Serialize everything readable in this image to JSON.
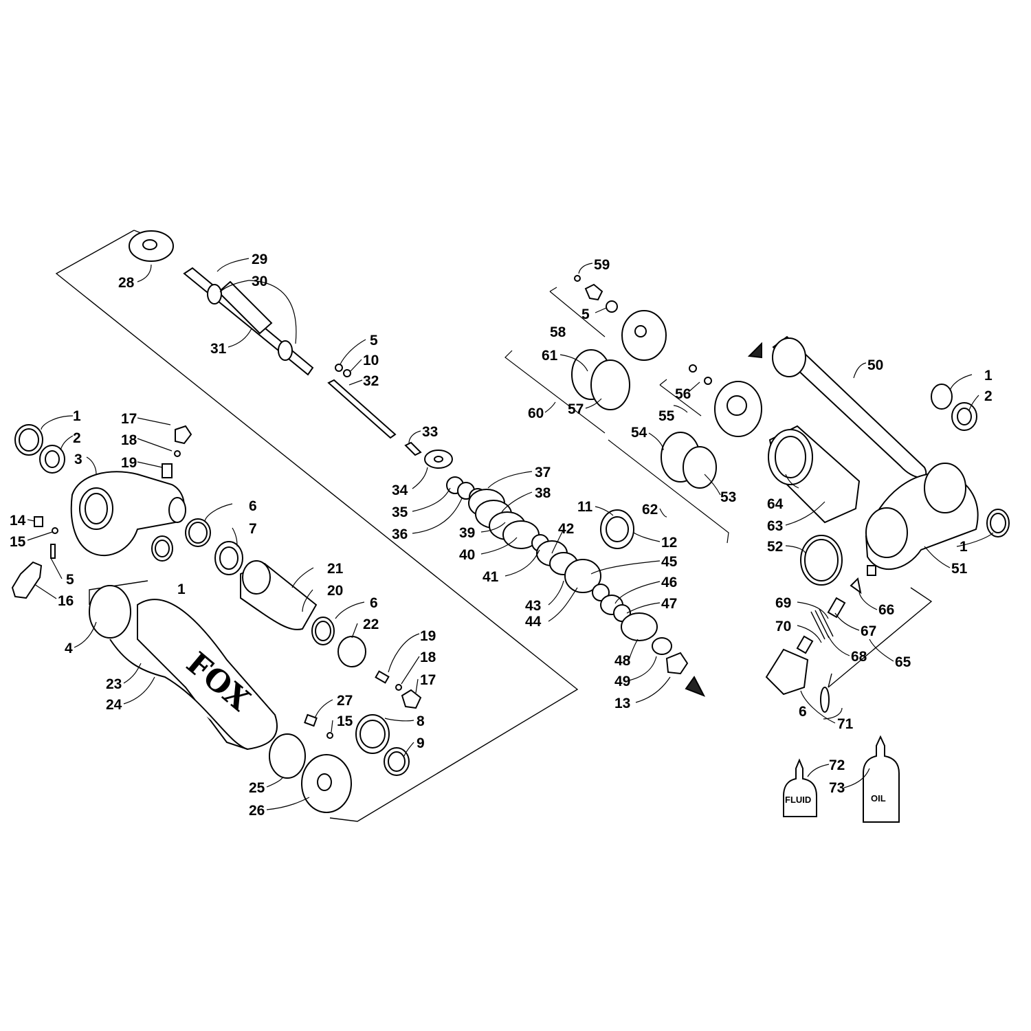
{
  "callouts": [
    "1",
    "2",
    "3",
    "4",
    "5",
    "6",
    "7",
    "8",
    "9",
    "10",
    "11",
    "12",
    "13",
    "14",
    "15",
    "16",
    "17",
    "18",
    "19",
    "20",
    "21",
    "22",
    "23",
    "24",
    "25",
    "26",
    "27",
    "28",
    "29",
    "30",
    "31",
    "32",
    "33",
    "34",
    "35",
    "36",
    "37",
    "38",
    "39",
    "40",
    "41",
    "42",
    "43",
    "44",
    "45",
    "46",
    "47",
    "48",
    "49",
    "50",
    "51",
    "52",
    "53",
    "54",
    "55",
    "56",
    "57",
    "58",
    "59",
    "60",
    "61",
    "62",
    "63",
    "64",
    "65",
    "66",
    "67",
    "68",
    "69",
    "70",
    "71",
    "72",
    "73"
  ],
  "bottle_labels": {
    "fluid": "FLUID",
    "oil": "OIL"
  },
  "logos": {
    "left_body": "FOX"
  },
  "colors": {
    "line": "#000000",
    "background": "#ffffff"
  }
}
